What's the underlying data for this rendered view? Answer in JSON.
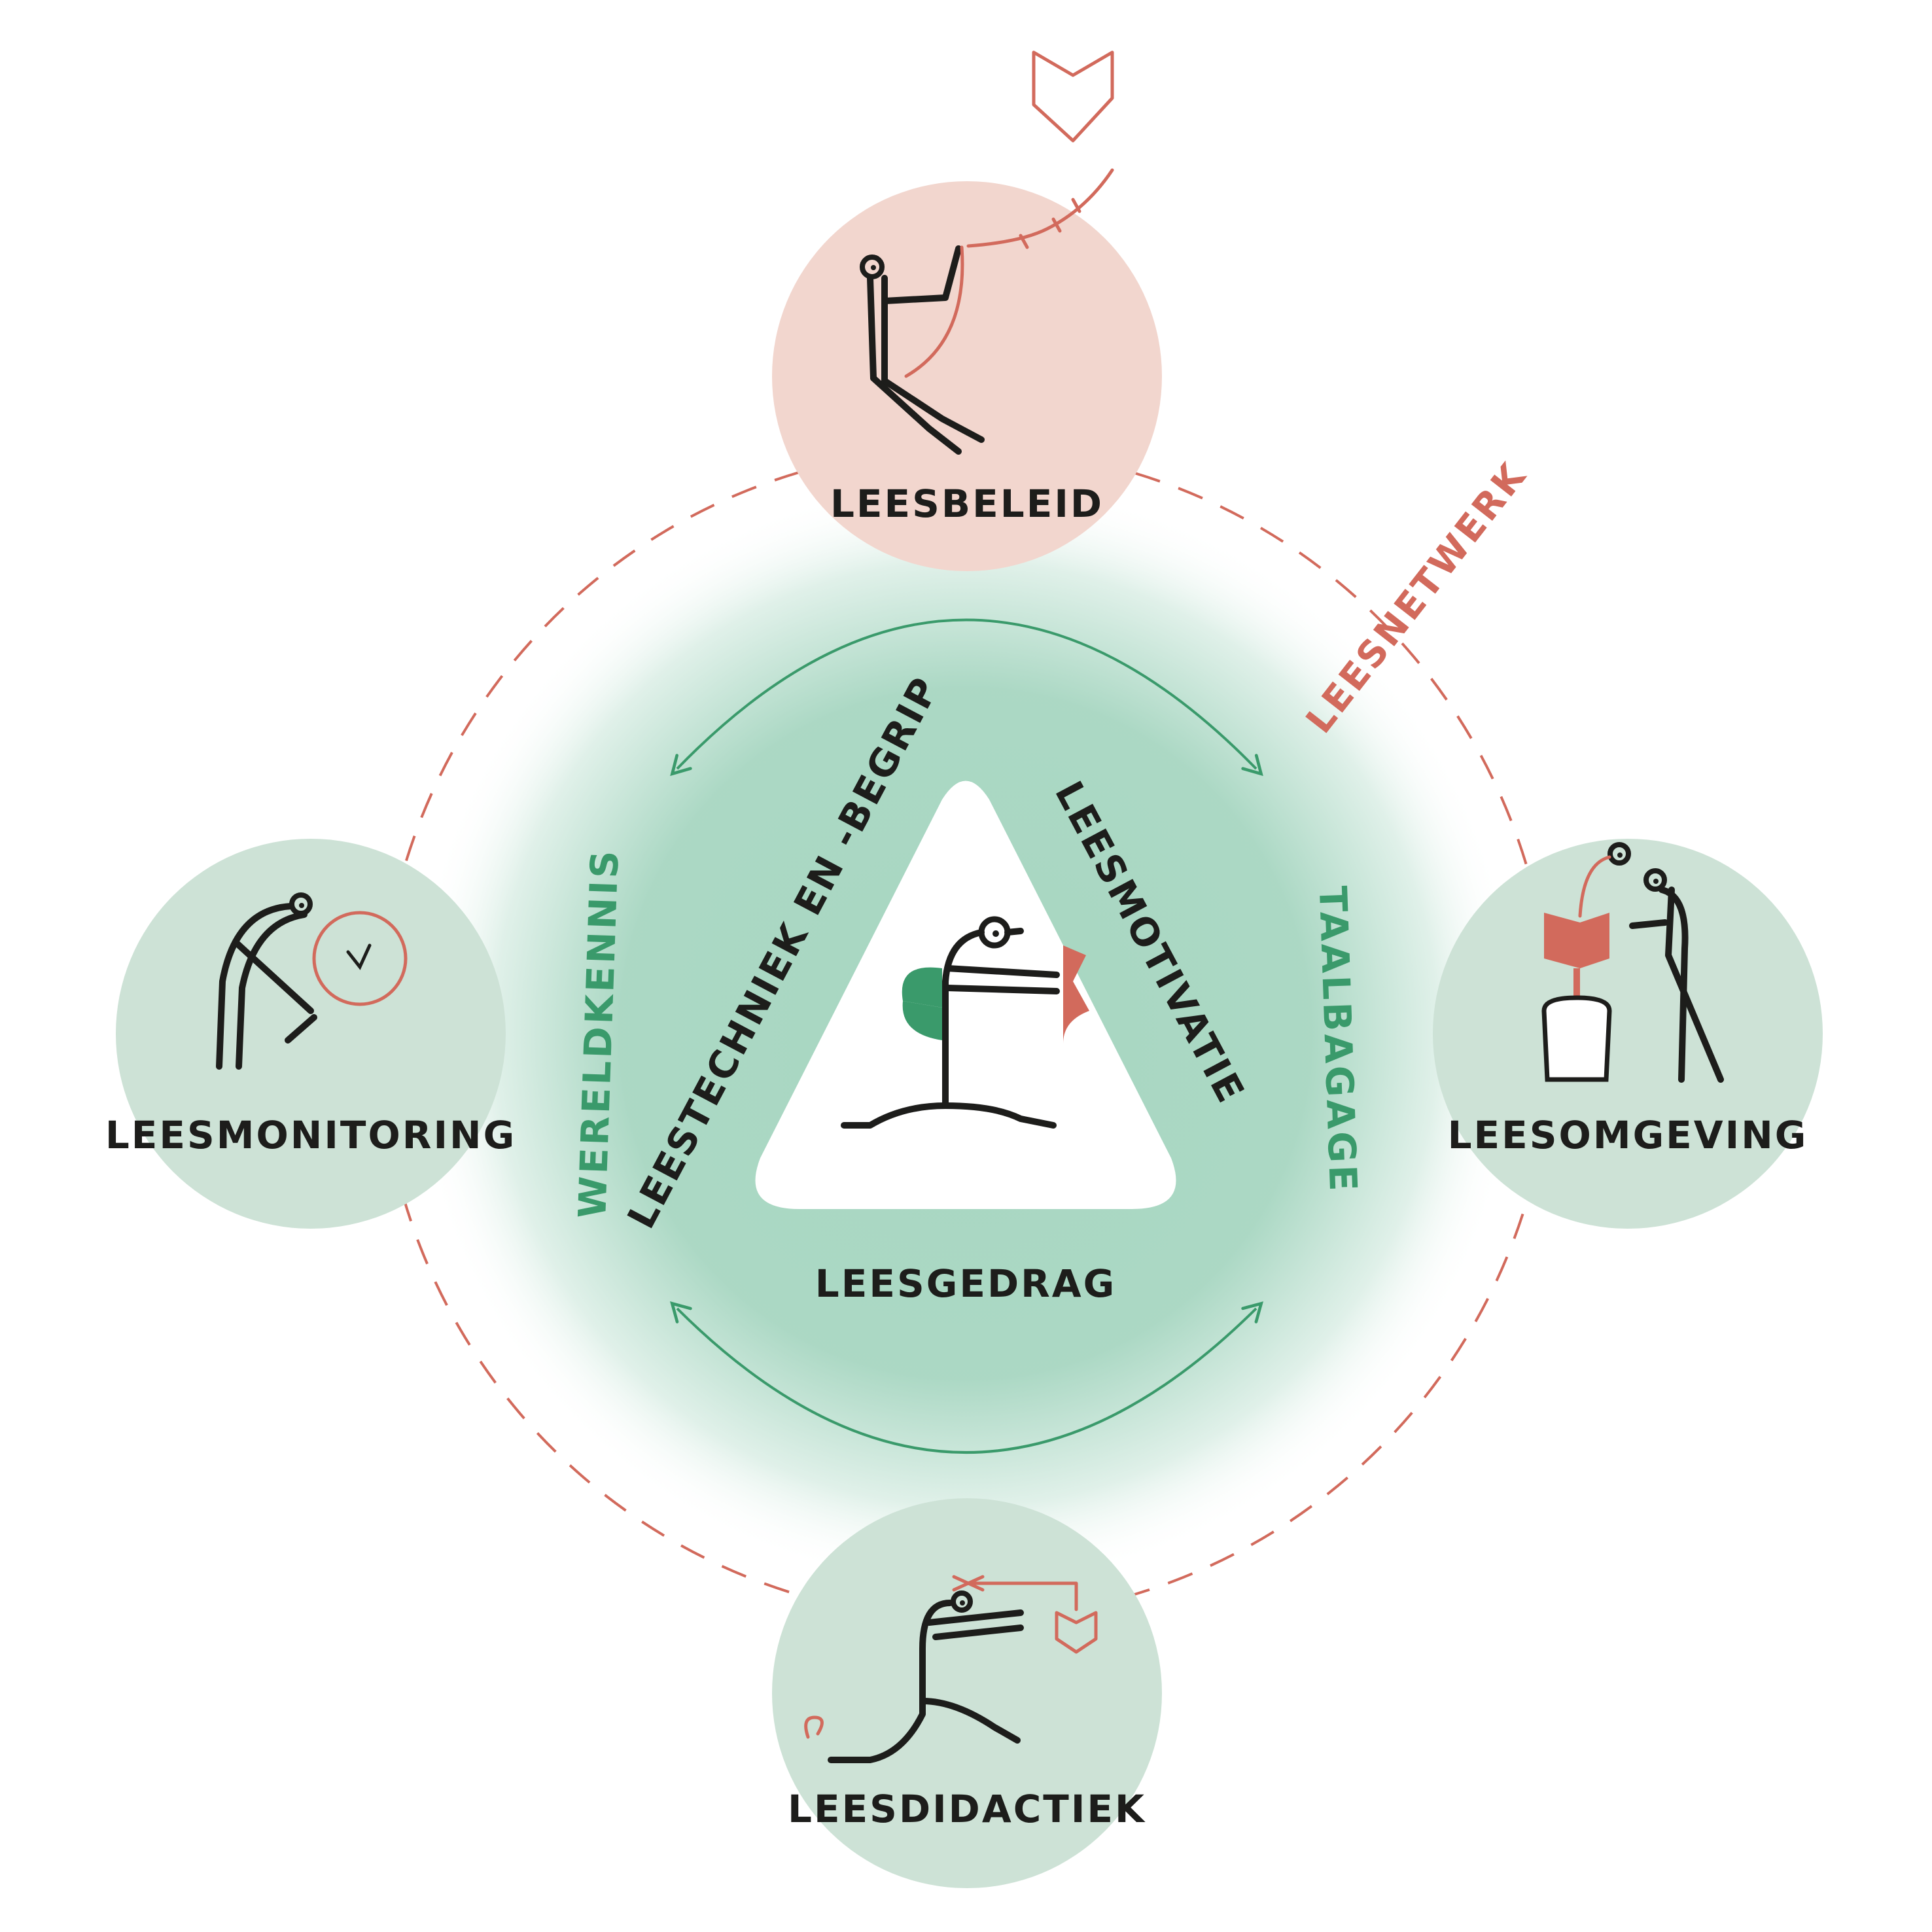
{
  "colors": {
    "accent_green": "#3a9a6b",
    "accent_red": "#d26a5c",
    "node_green_fill": "#cde2d6",
    "node_red_fill": "#f2d6ce",
    "center_glow": "#a7d6c1",
    "ink": "#1d1d1b"
  },
  "center": {
    "triangle": {
      "left_side": "LEESTECHNIEK EN -BEGRIP",
      "right_side": "LEESMOTIVATIE",
      "bottom": "LEESGEDRAG"
    },
    "left_arc_label": "WERELDKENNIS",
    "right_arc_label": "TAALBAGAGE",
    "icon": "running-reader-icon"
  },
  "ring": {
    "label": "LEESNETWERK",
    "style": "dashed"
  },
  "nodes": {
    "top": {
      "label": "LEESBELEID",
      "icon": "kite-flyer-icon"
    },
    "left": {
      "label": "LEESMONITORING",
      "icon": "magnifier-person-icon"
    },
    "right": {
      "label": "LEESOMGEVING",
      "icon": "plant-watering-icon"
    },
    "bottom": {
      "label": "LEESDIDACTIEK",
      "icon": "book-fishing-icon"
    }
  }
}
